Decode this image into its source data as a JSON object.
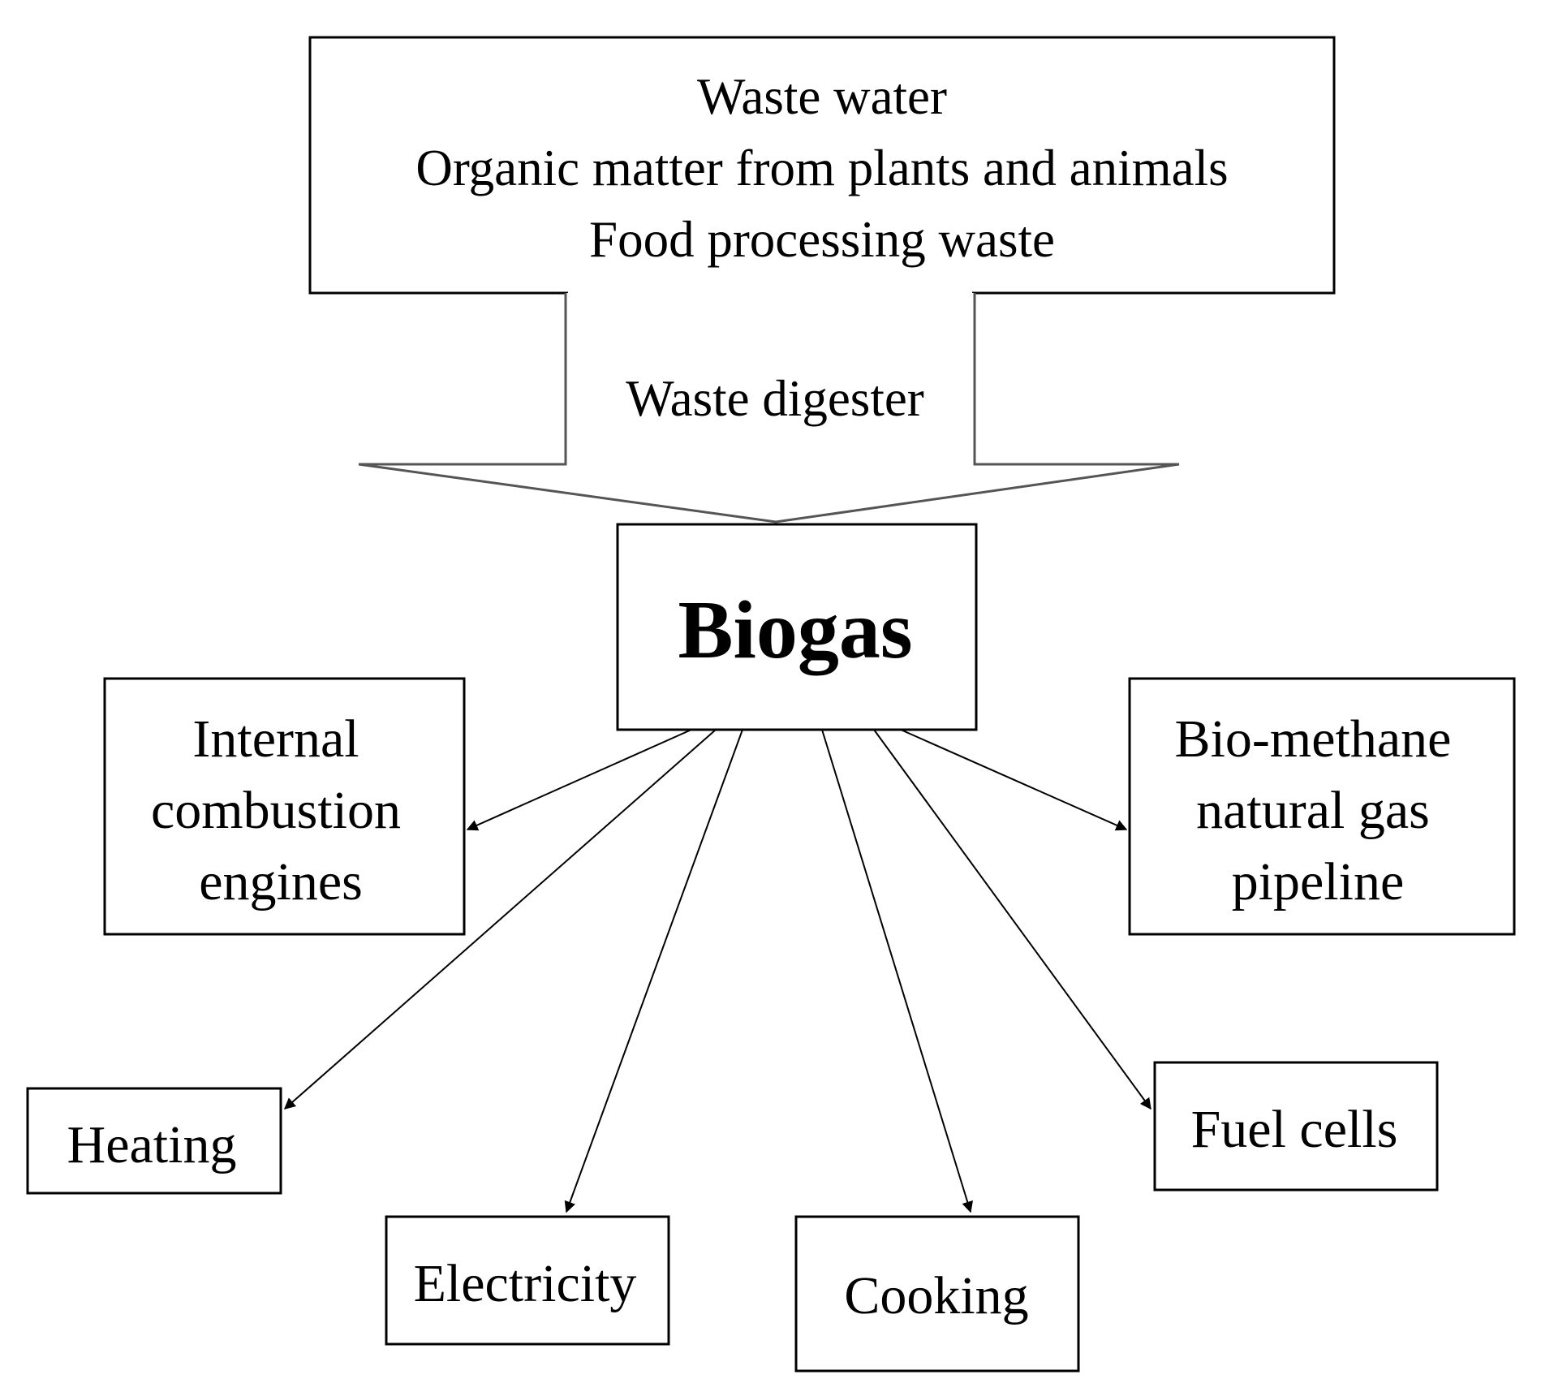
{
  "inputs": {
    "lines": [
      "Waste water",
      "Organic matter from plants and animals",
      "Food processing waste"
    ]
  },
  "process": {
    "label": "Waste digester"
  },
  "center": {
    "label": "Biogas"
  },
  "outputs": {
    "engines": [
      "Internal",
      "combustion",
      "engines"
    ],
    "pipeline": [
      "Bio-methane",
      "natural gas",
      "pipeline"
    ],
    "heating": "Heating",
    "electricity": "Electricity",
    "cooking": "Cooking",
    "fuel_cells": "Fuel cells"
  }
}
